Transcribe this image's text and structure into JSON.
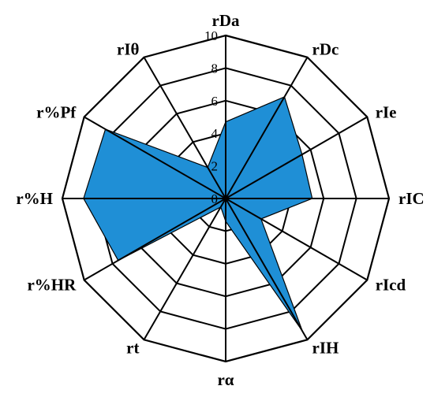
{
  "chart_data": {
    "type": "radar",
    "axes": [
      "rDa",
      "rDc",
      "rIe",
      "rIC",
      "rIcd",
      "rIH",
      "rα",
      "rt",
      "r%HR",
      "r%H",
      "r%Pf",
      "rIθ"
    ],
    "values": [
      4.7,
      7.2,
      5.4,
      5.3,
      2.5,
      9.4,
      1.4,
      0.6,
      7.6,
      8.7,
      8.5,
      2.2
    ],
    "scale": {
      "min": 0,
      "max": 10,
      "step": 2
    },
    "tick_labels": [
      "0",
      "2",
      "4",
      "6",
      "8",
      "10"
    ],
    "fill_color": "#1f8fd6",
    "grid_color": "#000000"
  }
}
